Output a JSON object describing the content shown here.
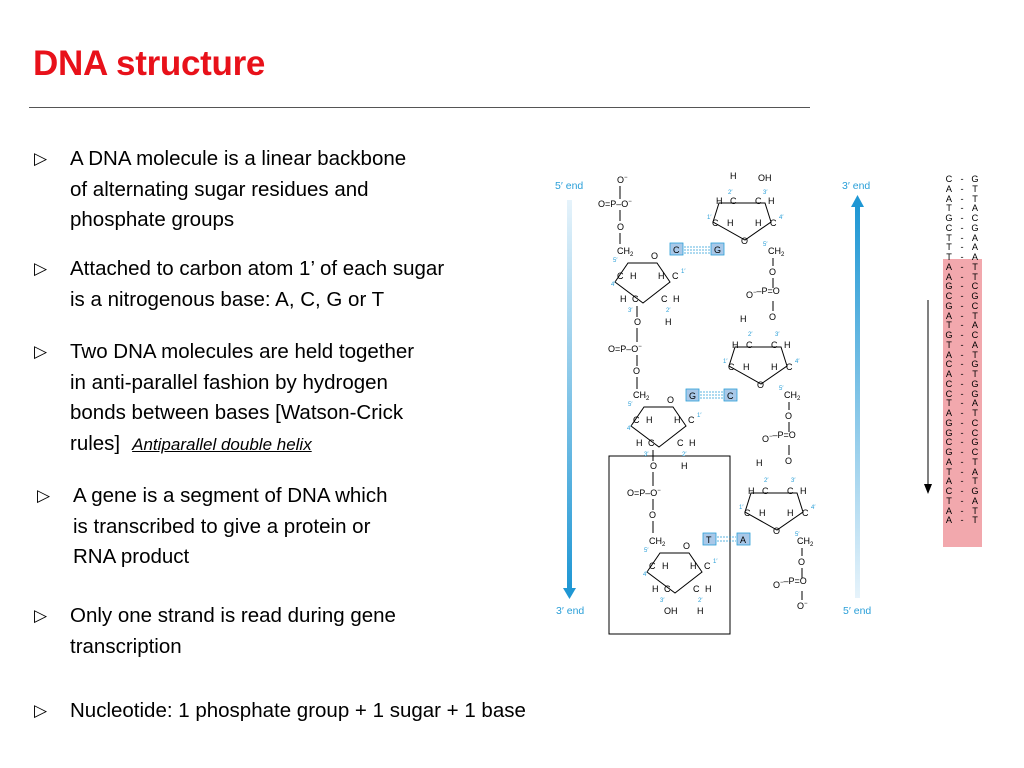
{
  "slide": {
    "title": "DNA structure",
    "bullets": [
      {
        "marker": "▷",
        "lines": [
          "A DNA molecule is a linear backbone",
          "of alternating sugar residues and",
          "phosphate groups"
        ]
      },
      {
        "marker": "▷",
        "lines": [
          "Attached to carbon atom 1’ of each sugar",
          "is a nitrogenous base: A, C, G or T"
        ]
      },
      {
        "marker": "▷",
        "lines": [
          "Two DNA molecules are held together",
          "in anti-parallel fashion by hydrogen",
          "bonds between bases [Watson-Crick",
          "rules]"
        ],
        "link": "Antiparallel double helix"
      },
      {
        "marker": "▷",
        "lines": [
          "A gene is a segment of DNA which",
          "is transcribed to give a protein or",
          "RNA product"
        ]
      },
      {
        "marker": "▷",
        "lines": [
          "Only one strand is read during gene",
          "transcription"
        ]
      },
      {
        "marker": "▷",
        "lines": [
          "Nucleotide: 1 phosphate group + 1 sugar + 1 base"
        ]
      }
    ]
  },
  "diagram": {
    "left_top_label": "5′ end",
    "left_bottom_label": "3′ end",
    "right_top_label": "3′ end",
    "right_bottom_label": "5′ end",
    "base_pairs": [
      {
        "left": "C",
        "right": "G"
      },
      {
        "left": "G",
        "right": "C"
      },
      {
        "left": "T",
        "right": "A"
      }
    ],
    "accent_color": "#2a9fd8",
    "base_box_color": "#a9c8e8"
  },
  "sequence": {
    "left": [
      "C",
      "A",
      "A",
      "T",
      "G",
      "C",
      "T",
      "T",
      "T",
      "A",
      "A",
      "G",
      "C",
      "G",
      "A",
      "T",
      "G",
      "T",
      "A",
      "C",
      "A",
      "C",
      "C",
      "T",
      "A",
      "G",
      "G",
      "C",
      "G",
      "A",
      "T",
      "A",
      "C",
      "T",
      "A",
      "A"
    ],
    "right": [
      "G",
      "T",
      "T",
      "A",
      "C",
      "G",
      "A",
      "A",
      "A",
      "T",
      "T",
      "C",
      "G",
      "C",
      "T",
      "A",
      "C",
      "A",
      "T",
      "G",
      "T",
      "G",
      "G",
      "A",
      "T",
      "C",
      "C",
      "G",
      "C",
      "T",
      "A",
      "T",
      "G",
      "A",
      "T",
      "T"
    ],
    "separator": "-",
    "highlight_color": "#f2a8ad"
  }
}
